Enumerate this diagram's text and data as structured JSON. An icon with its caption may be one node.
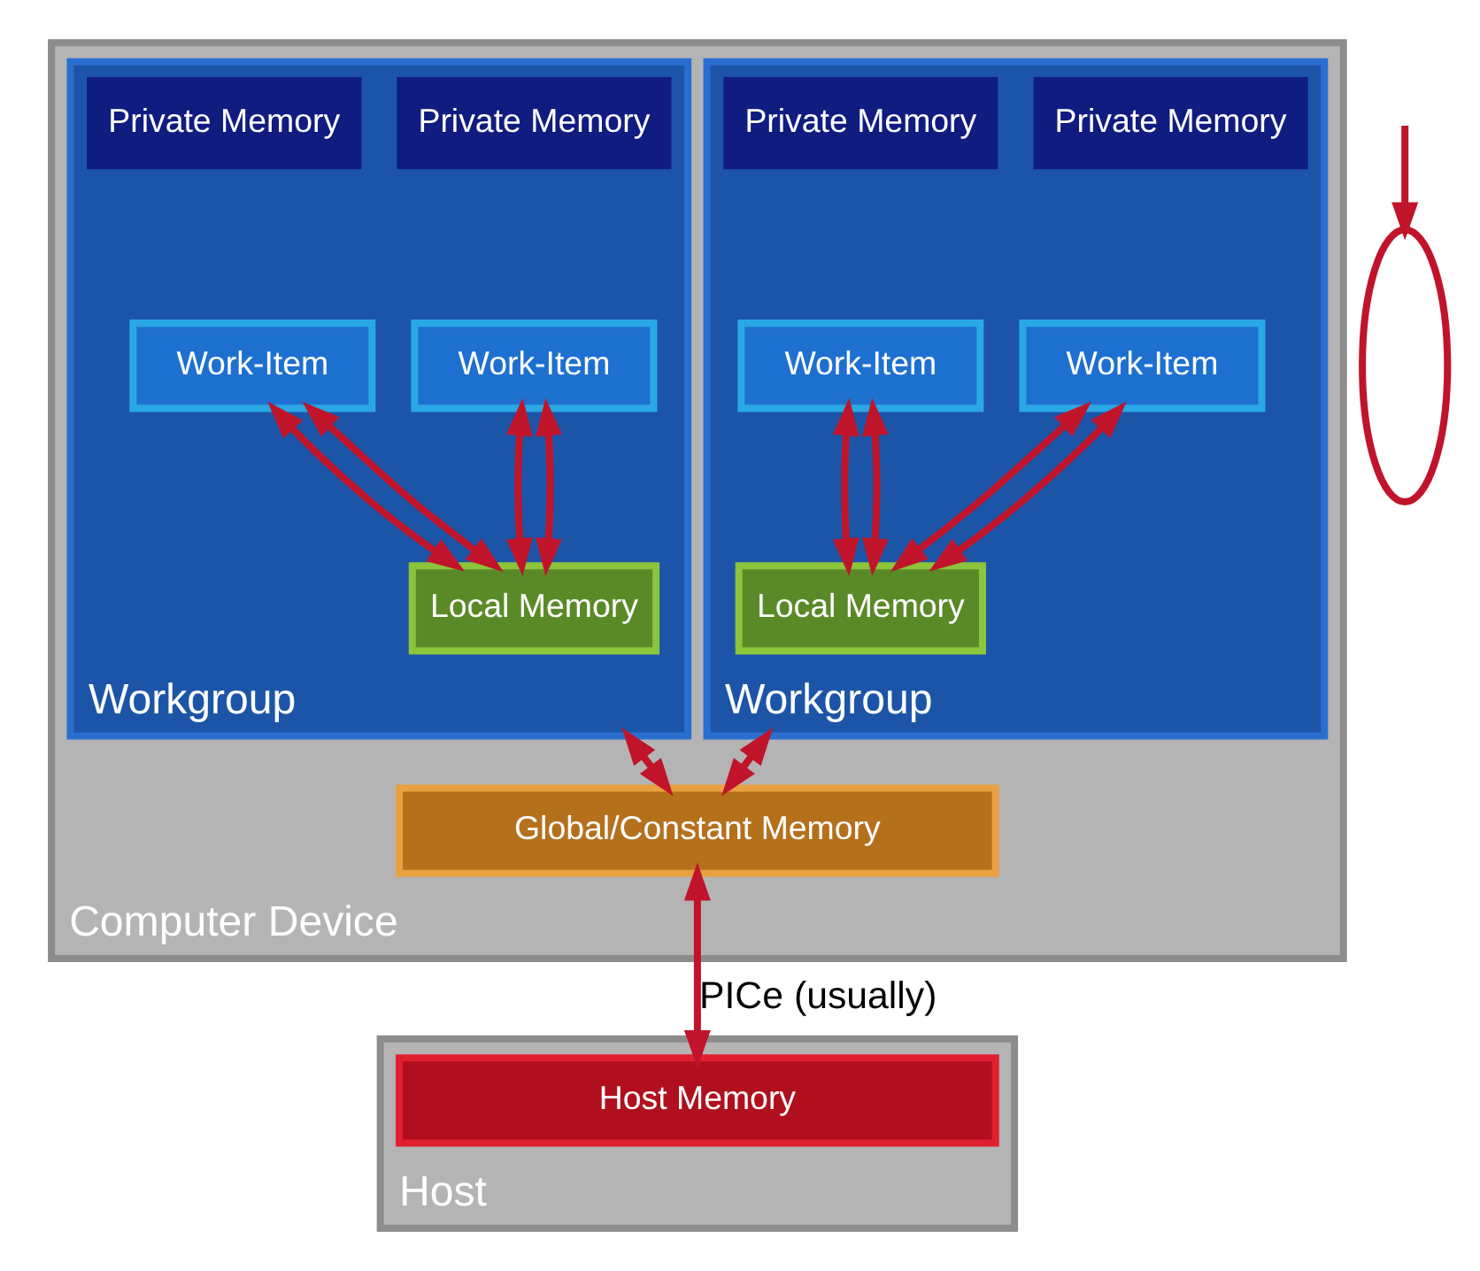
{
  "diagram": {
    "nodes": [
      {
        "text": [
          "Computer Device"
        ]
      },
      {
        "text": [
          "Workgroup"
        ],
        "in": 0
      },
      {
        "text": [
          "Private Memory"
        ],
        "in": 1
      },
      {
        "text": [
          "Private Memory"
        ],
        "in": 1
      },
      {
        "text": [
          "Work-Item"
        ],
        "in": 1
      },
      {
        "text": [
          "Work-Item"
        ],
        "in": 1
      },
      {
        "text": [
          "Local Memory"
        ],
        "in": 1
      },
      {
        "text": [
          "Workgroup"
        ],
        "in": 0
      },
      {
        "text": [
          "Private Memory"
        ],
        "in": 7
      },
      {
        "text": [
          "Private Memory"
        ],
        "in": 7
      },
      {
        "text": [
          "Work-Item"
        ],
        "in": 7
      },
      {
        "text": [
          "Work-Item"
        ],
        "in": 7
      },
      {
        "text": [
          "Local Memory"
        ],
        "in": 7
      },
      {
        "text": [
          "Global/Constant Memory"
        ],
        "in": 0
      },
      {
        "text": [
          "Host"
        ]
      },
      {
        "text": [
          "Host Memory"
        ],
        "in": 14
      },
      {
        "text": [],
        "shape": "ellipse"
      }
    ],
    "edges": [
      {
        "from": 4,
        "to": 6,
        "arrow": "both"
      },
      {
        "from": 4,
        "to": 6,
        "arrow": "both"
      },
      {
        "from": 5,
        "to": 6,
        "arrow": "both"
      },
      {
        "from": 5,
        "to": 6,
        "arrow": "both"
      },
      {
        "from": 10,
        "to": 12,
        "arrow": "both"
      },
      {
        "from": 10,
        "to": 12,
        "arrow": "both"
      },
      {
        "from": 11,
        "to": 12,
        "arrow": "both"
      },
      {
        "from": 11,
        "to": 12,
        "arrow": "both"
      },
      {
        "from": 1,
        "to": 13,
        "arrow": "both"
      },
      {
        "from": 7,
        "to": 13,
        "arrow": "both"
      },
      {
        "from": 13,
        "to": 15,
        "arrow": "both",
        "label": "PICe (usually)"
      },
      {
        "from": null,
        "to": 16,
        "arrow": "to"
      }
    ]
  }
}
